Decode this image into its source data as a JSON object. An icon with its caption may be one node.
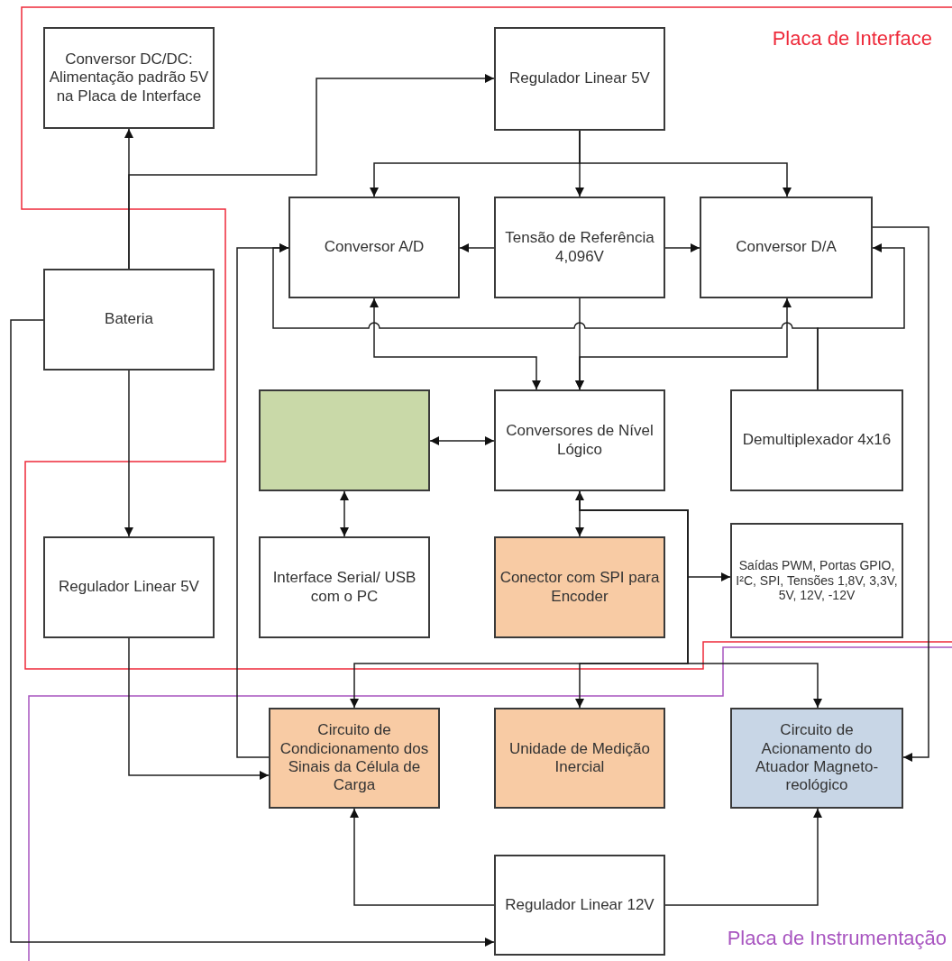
{
  "diagram": {
    "nodes": [
      {
        "text": [
          "Conversor DC/DC: Alimentação padrão 5V na Placa de Interface"
        ]
      },
      {
        "text": [
          "Regulador Linear 5V"
        ]
      },
      {
        "text": [
          "Conversor A/D"
        ]
      },
      {
        "text": [
          "Tensão de Referência 4,096V"
        ]
      },
      {
        "text": [
          "Conversor D/A"
        ]
      },
      {
        "text": [
          "Bateria"
        ]
      },
      {
        "text": [],
        "shape": "box"
      },
      {
        "text": [
          "Conversores de Nível Lógico"
        ]
      },
      {
        "text": [
          "Demultiplexador 4x16"
        ]
      },
      {
        "text": [
          "Regulador Linear 5V"
        ]
      },
      {
        "text": [
          "Interface Serial/ USB com o PC"
        ]
      },
      {
        "text": [
          "Conector com SPI para Encoder"
        ]
      },
      {
        "text": [
          "Saídas PWM, Portas GPIO, I²C, SPI, Tensões 1,8V, 3,3V, 5V, 12V, -12V"
        ]
      },
      {
        "text": [
          "Circuito de Condicionamento dos Sinais da Célula de Carga"
        ]
      },
      {
        "text": [
          "Unidade de Medição Inercial"
        ]
      },
      {
        "text": [
          "Circuito de Acionamento do Atuador Magneto-reológico"
        ]
      },
      {
        "text": [
          "Regulador Linear 12V"
        ]
      }
    ],
    "edges": [
      {
        "from": 5,
        "to": 0,
        "arrow": "to"
      },
      {
        "from": 5,
        "to": 1,
        "arrow": "to"
      },
      {
        "from": 5,
        "to": 9,
        "arrow": "to"
      },
      {
        "from": 5,
        "to": 16,
        "arrow": "to"
      },
      {
        "from": 1,
        "to": 3,
        "arrow": "to"
      },
      {
        "from": 1,
        "to": 2,
        "arrow": "to"
      },
      {
        "from": 1,
        "to": 4,
        "arrow": "to"
      },
      {
        "from": 3,
        "to": 2,
        "arrow": "to"
      },
      {
        "from": 3,
        "to": 4,
        "arrow": "to"
      },
      {
        "from": 3,
        "to": 7,
        "arrow": "to"
      },
      {
        "from": 2,
        "to": 7,
        "arrow": "both"
      },
      {
        "from": 4,
        "to": 7,
        "arrow": "both"
      },
      {
        "from": 8,
        "to": 2,
        "arrow": "to"
      },
      {
        "from": 8,
        "to": 4,
        "arrow": "to"
      },
      {
        "from": 13,
        "to": 2,
        "arrow": "to"
      },
      {
        "from": 6,
        "to": 7,
        "arrow": "both"
      },
      {
        "from": 6,
        "to": 10,
        "arrow": "both"
      },
      {
        "from": 7,
        "to": 11,
        "arrow": "both"
      },
      {
        "from": 7,
        "to": 12,
        "arrow": "to"
      },
      {
        "from": 7,
        "to": 13,
        "arrow": "to"
      },
      {
        "from": 7,
        "to": 14,
        "arrow": "to"
      },
      {
        "from": 7,
        "to": 15,
        "arrow": "to"
      },
      {
        "from": 4,
        "to": 15,
        "arrow": "to"
      },
      {
        "from": 9,
        "to": 13,
        "arrow": "to"
      },
      {
        "from": 16,
        "to": 13,
        "arrow": "to"
      },
      {
        "from": 16,
        "to": 15,
        "arrow": "to"
      }
    ],
    "labels": [
      "Placa de Interface",
      "Placa de Instrumentação"
    ]
  }
}
